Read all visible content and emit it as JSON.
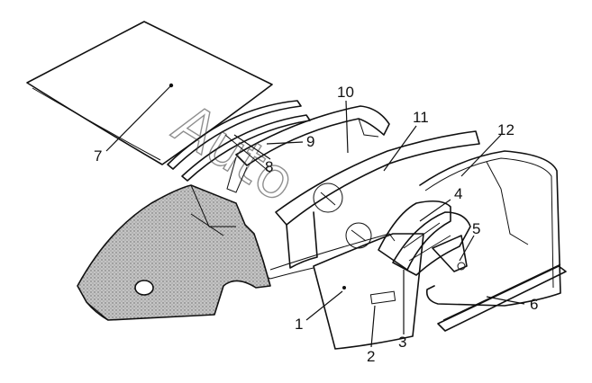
{
  "watermark": "Auto",
  "callouts": [
    {
      "id": "c1",
      "label": "1"
    },
    {
      "id": "c2",
      "label": "2"
    },
    {
      "id": "c3",
      "label": "3"
    },
    {
      "id": "c4",
      "label": "4"
    },
    {
      "id": "c5",
      "label": "5"
    },
    {
      "id": "c6",
      "label": "6"
    },
    {
      "id": "c7",
      "label": "7"
    },
    {
      "id": "c8",
      "label": "8"
    },
    {
      "id": "c9",
      "label": "9"
    },
    {
      "id": "c10",
      "label": "10"
    },
    {
      "id": "c11",
      "label": "11"
    },
    {
      "id": "c12",
      "label": "12"
    }
  ],
  "colors": {
    "ink": "#111111",
    "panel_shade": "#b8b8b8",
    "background": "#ffffff"
  }
}
